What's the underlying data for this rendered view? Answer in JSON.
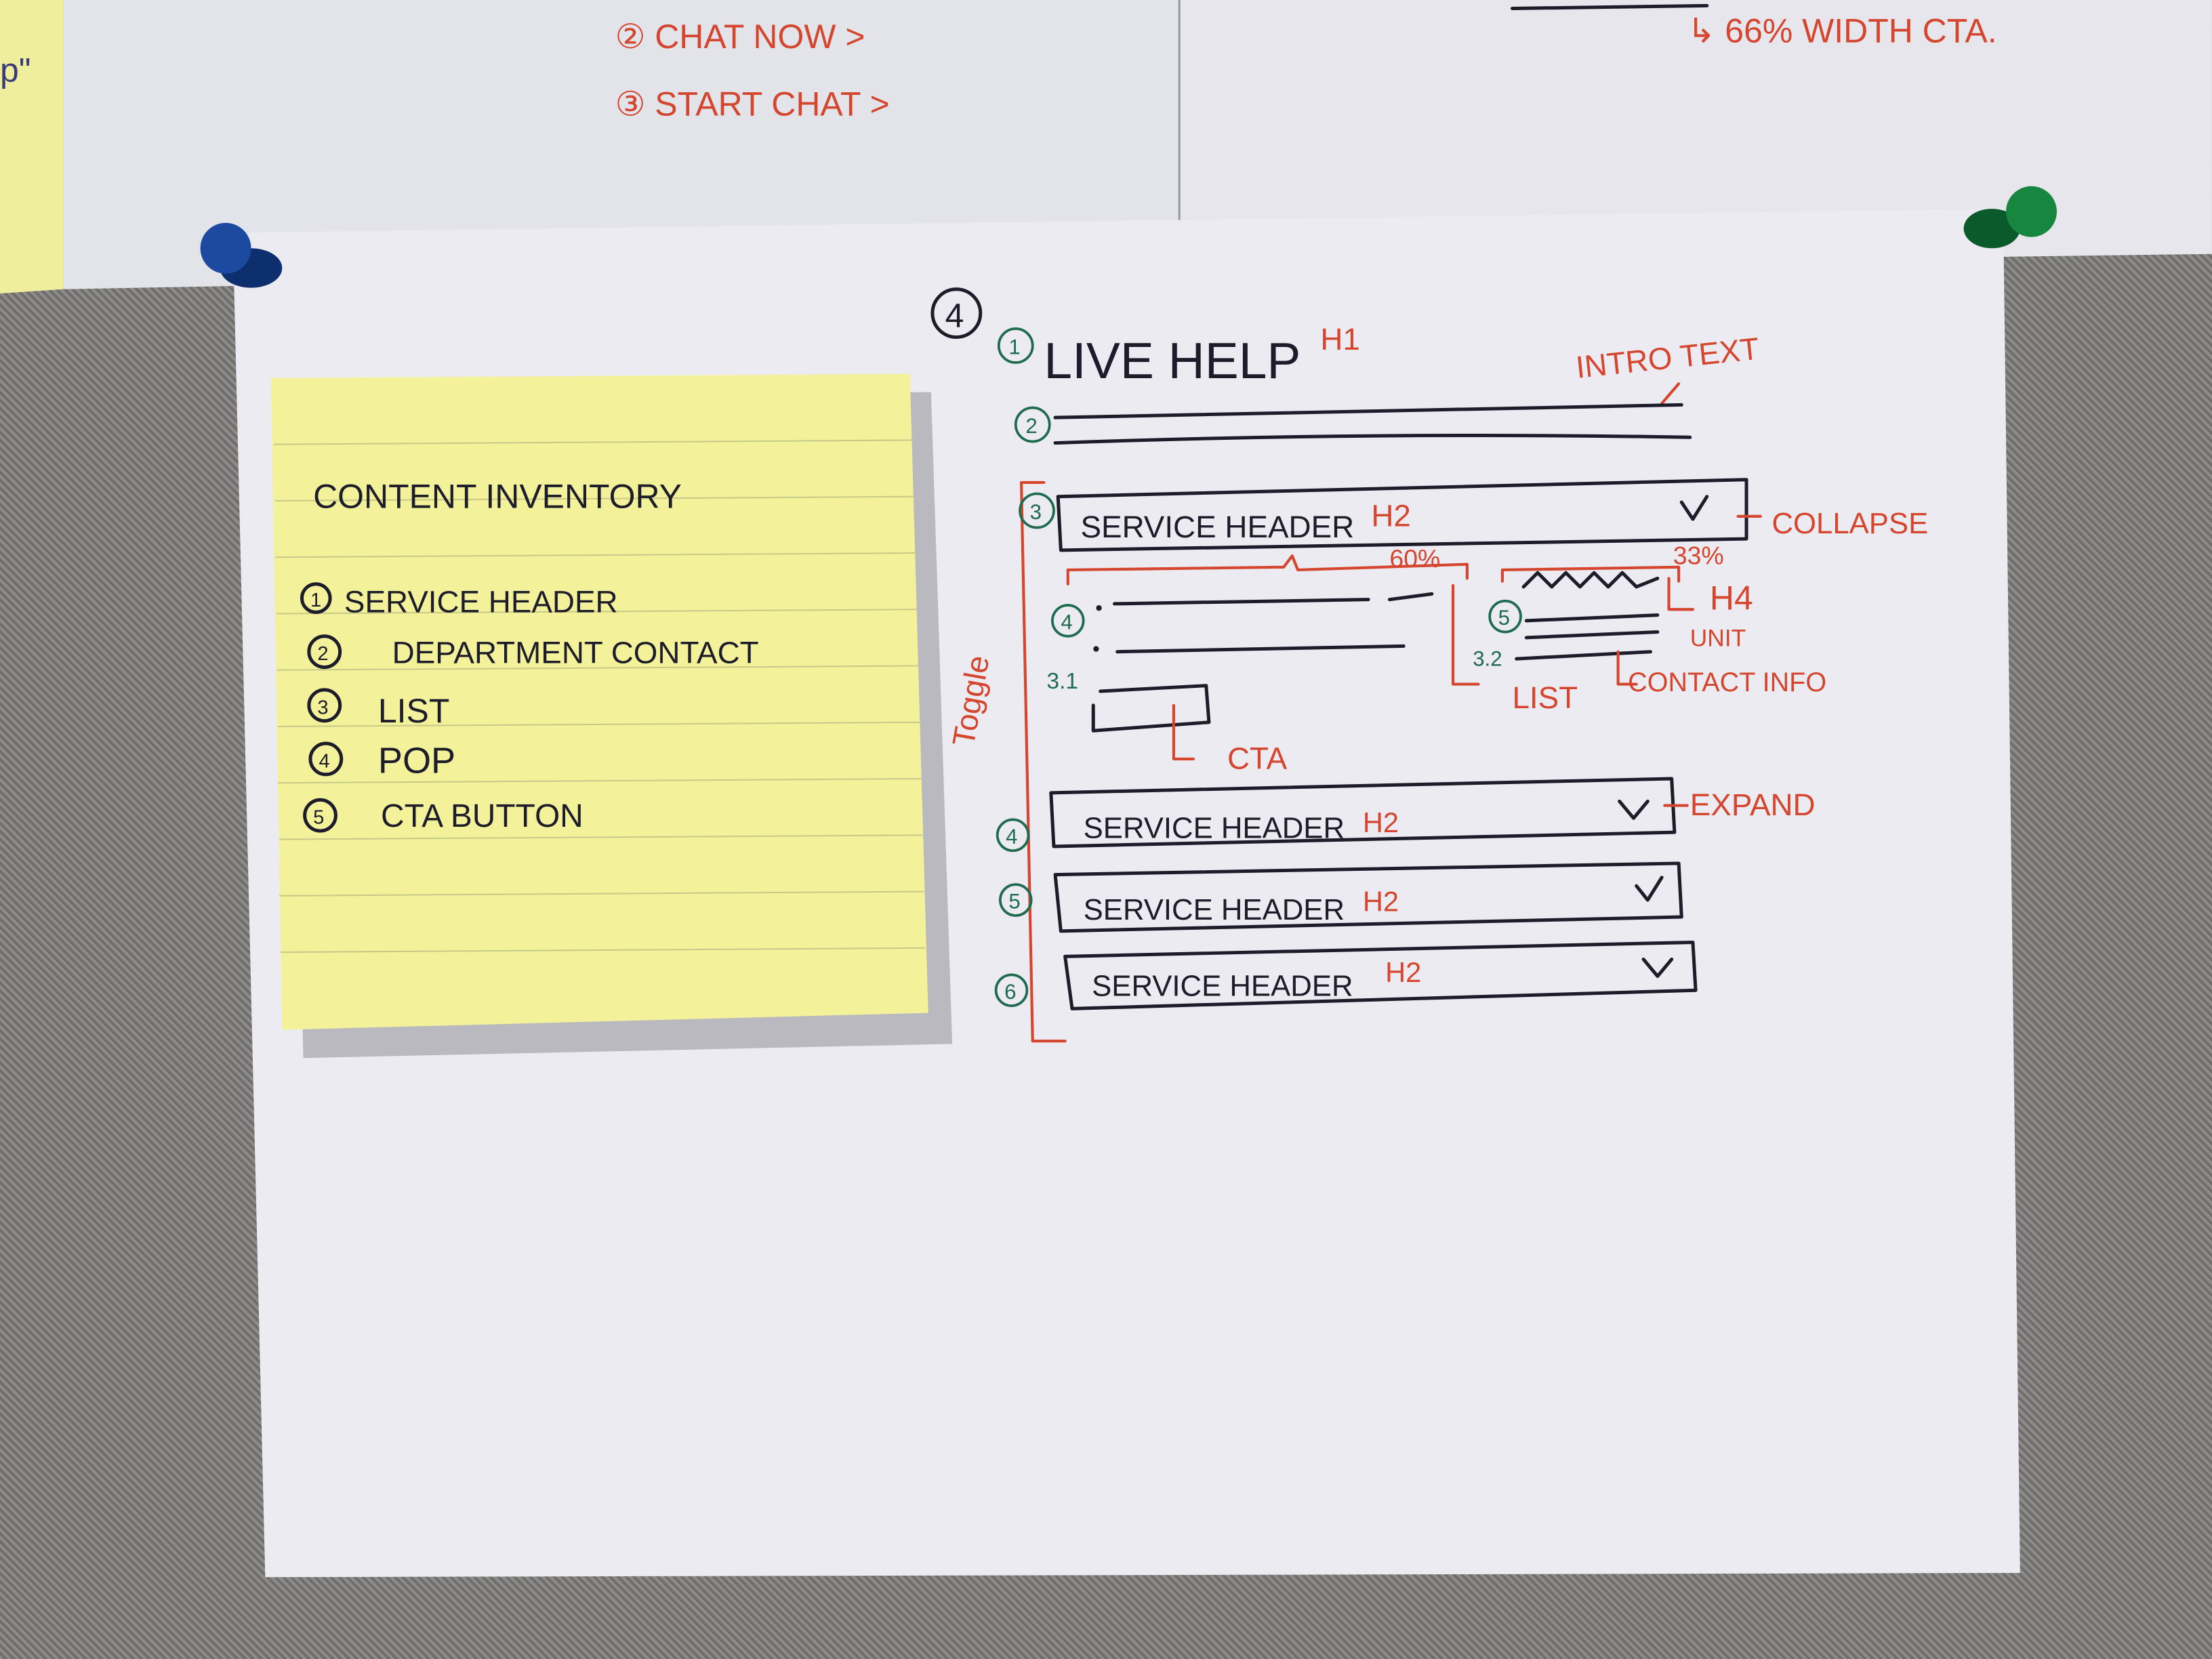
{
  "top_papers": {
    "chat_now": "② CHAT NOW >",
    "start_chat": "③ START CHAT >",
    "width_note": "↳ 66% WIDTH CTA.",
    "sticky_fragment": "p\""
  },
  "sticky_note": {
    "title": "CONTENT INVENTORY",
    "items": [
      {
        "num": "1",
        "label": "SERVICE HEADER"
      },
      {
        "num": "2",
        "label": "DEPARTMENT CONTACT"
      },
      {
        "num": "3",
        "label": "LIST"
      },
      {
        "num": "4",
        "label": "POP"
      },
      {
        "num": "5",
        "label": "CTA BUTTON"
      }
    ]
  },
  "sketch": {
    "page_num": "4",
    "title_num": "1",
    "title": "LIVE HELP",
    "title_tag": "H1",
    "intro_num": "2",
    "intro_label": "INTRO TEXT",
    "toggle_label": "Toggle",
    "sections": [
      {
        "num": "3",
        "header": "SERVICE HEADER",
        "tag": "H2",
        "note": "COLLAPSE"
      },
      {
        "num": "4",
        "header": "SERVICE HEADER",
        "tag": "H2",
        "note": "EXPAND"
      },
      {
        "num": "5",
        "header": "SERVICE HEADER",
        "tag": "H2"
      },
      {
        "num": "6",
        "header": "SERVICE HEADER",
        "tag": "H2"
      }
    ],
    "col_left_width": "60%",
    "col_right_width": "33%",
    "h4_label": "H4",
    "list_num": "4",
    "list_sub": "3.1",
    "list_label": "LIST",
    "contact_num": "5",
    "contact_sub": "3.2",
    "contact_label_1": "UNIT",
    "contact_label_2": "CONTACT INFO",
    "cta_label": "CTA"
  }
}
